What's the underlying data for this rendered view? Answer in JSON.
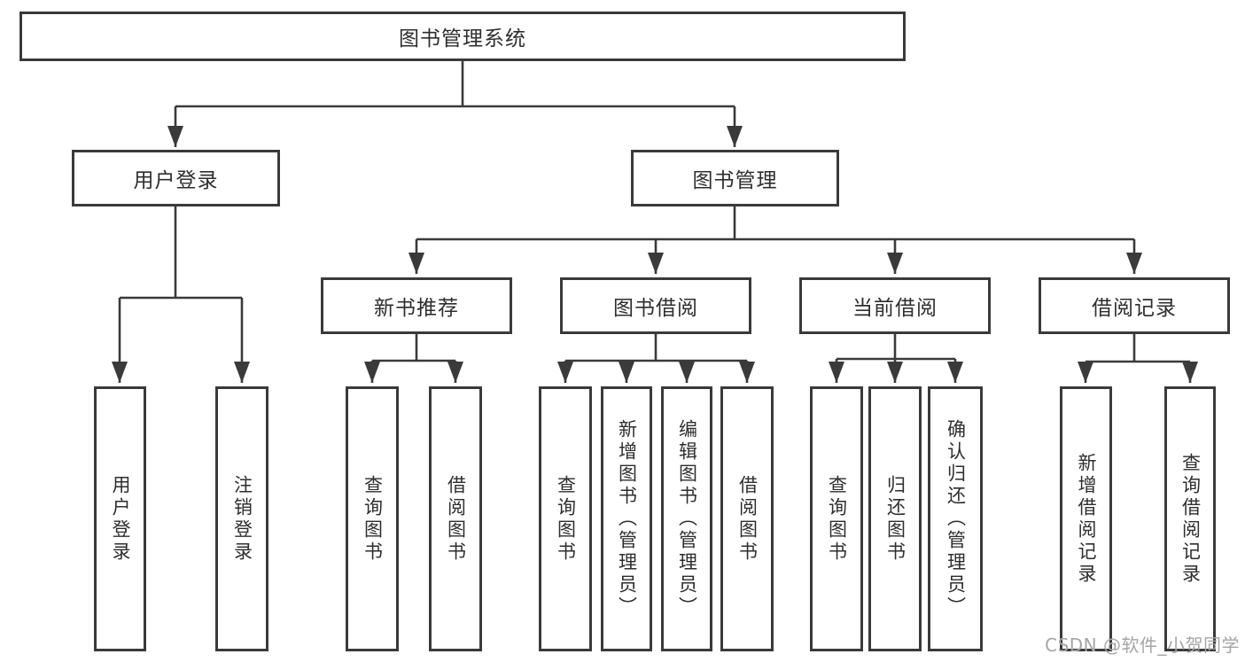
{
  "nodes": {
    "root": "图书管理系统",
    "user_login": "用户登录",
    "book_management": "图书管理",
    "new_book_recommend": "新书推荐",
    "book_borrow": "图书借阅",
    "current_borrow": "当前借阅",
    "borrow_records": "借阅记录",
    "leaf_user_login": "用户登录",
    "leaf_logout": "注销登录",
    "recommend_query_book": "查询图书",
    "recommend_borrow_book": "借阅图书",
    "bb_query_book": "查询图书",
    "bb_add_book_admin": "新增图书（管理员）",
    "bb_edit_book_admin": "编辑图书（管理员）",
    "bb_borrow_book": "借阅图书",
    "cb_query_book": "查询图书",
    "cb_return_book": "归还图书",
    "cb_confirm_return_admin": "确认归还（管理员）",
    "records_add": "新增借阅记录",
    "records_query": "查询借阅记录"
  },
  "watermark": "CSDN @软件_小贺同学",
  "colors": {
    "line": "#3a3a3a",
    "box_border": "#3a3a3a",
    "text": "#2e2e2e",
    "background": "#ffffff",
    "watermark": "#a5a5a5"
  }
}
